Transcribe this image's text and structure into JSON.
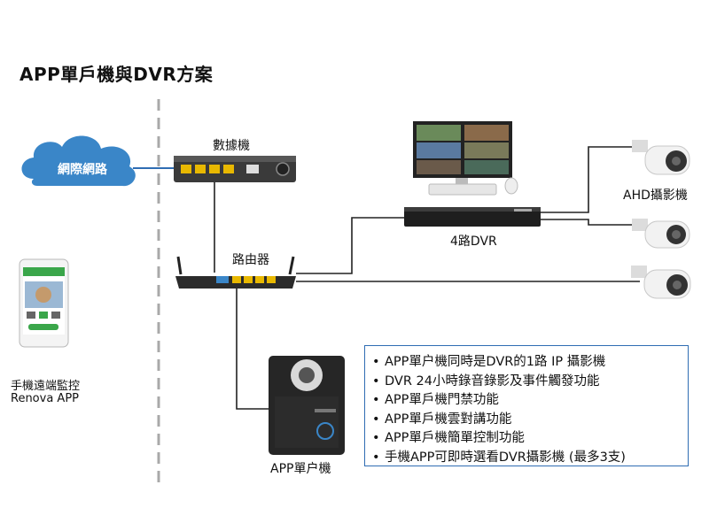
{
  "title": "APP單戶機與DVR方案",
  "nodes": {
    "internet": "網際網路",
    "modem": "數據機",
    "router": "路由器",
    "dvr": "4路DVR",
    "ahd_camera": "AHD攝影機",
    "app_unit": "APP單户機",
    "phone": "手機遠端監控",
    "phone_app": "Renova  APP"
  },
  "features": [
    "APP單户機同時是DVR的1路 IP 攝影機",
    "DVR 24小時錄音錄影及事件觸發功能",
    "APP單戶機門禁功能",
    "APP單戶機雲對講功能",
    "APP單戶機簡單控制功能",
    "手機APP可即時選看DVR攝影機 (最多3支)"
  ],
  "colors": {
    "divider": "#a9a9a9",
    "cloud": "#3a86c8",
    "box_border": "#2f6db3",
    "port_yellow": "#e8b800"
  }
}
